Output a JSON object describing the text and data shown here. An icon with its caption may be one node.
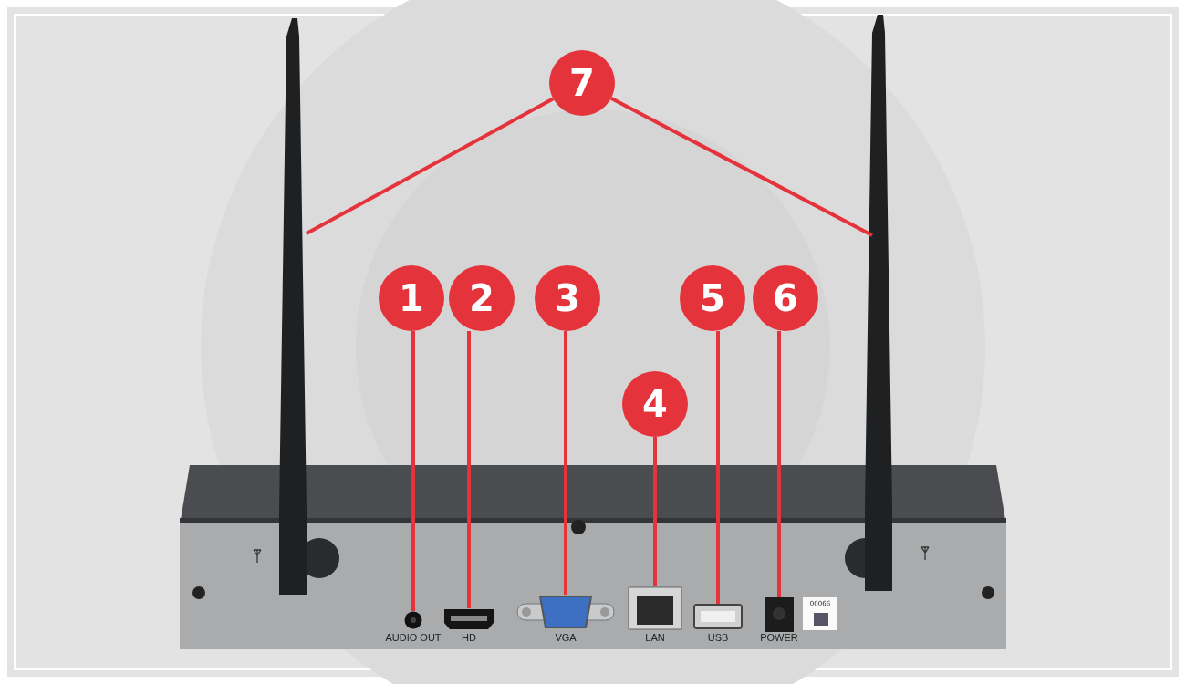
{
  "diagram": {
    "nodes": [
      {
        "text": [
          "7"
        ]
      },
      {
        "text": [
          "1"
        ]
      },
      {
        "text": [
          "2"
        ]
      },
      {
        "text": [
          "3"
        ]
      },
      {
        "text": [
          "5"
        ]
      },
      {
        "text": [
          "6"
        ]
      },
      {
        "text": [
          "4"
        ]
      },
      {
        "text": [],
        "shape": "picture"
      },
      {
        "text": [],
        "shape": "picture",
        "beside": [
          "AUDIO OUT"
        ]
      },
      {
        "text": [],
        "shape": "picture",
        "beside": [
          "HD"
        ]
      },
      {
        "text": [],
        "shape": "picture",
        "beside": [
          "VGA"
        ]
      },
      {
        "text": [],
        "shape": "picture",
        "beside": [
          "LAN"
        ]
      },
      {
        "text": [],
        "shape": "picture",
        "beside": [
          "USB"
        ]
      },
      {
        "text": [],
        "shape": "picture",
        "beside": [
          "POWER"
        ]
      },
      {
        "text": [],
        "shape": "picture"
      }
    ],
    "edges": [
      {
        "from": 0,
        "to": 7,
        "arrow": "none"
      },
      {
        "from": 0,
        "to": 14,
        "arrow": "none"
      },
      {
        "from": 1,
        "to": 8,
        "arrow": "none"
      },
      {
        "from": 2,
        "to": 9,
        "arrow": "none"
      },
      {
        "from": 3,
        "to": 10,
        "arrow": "none"
      },
      {
        "from": 6,
        "to": 11,
        "arrow": "none"
      },
      {
        "from": 4,
        "to": 12,
        "arrow": "none"
      },
      {
        "from": 5,
        "to": 13,
        "arrow": "none"
      }
    ],
    "labels": [
      "00066"
    ]
  }
}
